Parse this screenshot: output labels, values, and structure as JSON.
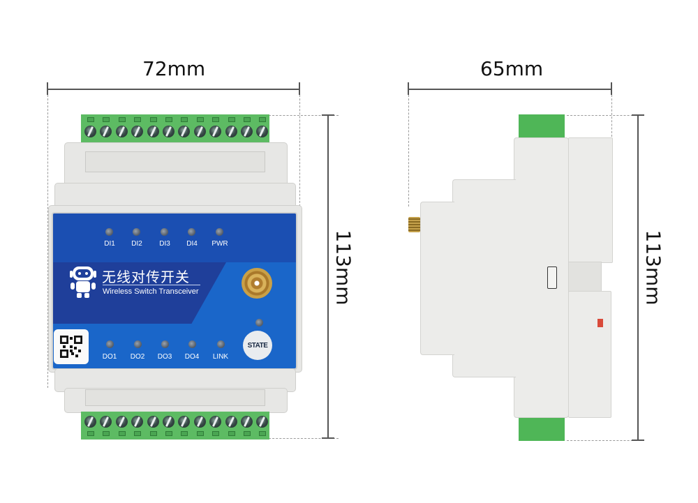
{
  "dimensions": {
    "front_width": "72mm",
    "front_height": "113mm",
    "side_width": "65mm",
    "side_height": "113mm"
  },
  "front_panel": {
    "title_cn": "无线对传开关",
    "title_en": "Wireless Switch Transceiver",
    "input_leds": [
      {
        "label": "DI1"
      },
      {
        "label": "DI2"
      },
      {
        "label": "DI3"
      },
      {
        "label": "DI4"
      },
      {
        "label": "PWR"
      }
    ],
    "output_leds": [
      {
        "label": "DO1"
      },
      {
        "label": "DO2"
      },
      {
        "label": "DO3"
      },
      {
        "label": "DO4"
      },
      {
        "label": "LINK"
      }
    ],
    "state_button": "STATE",
    "icons": [
      "robot-logo-icon",
      "qr-code-icon",
      "antenna-connector-icon"
    ]
  },
  "terminals": {
    "top_count": 12,
    "bottom_count": 12
  },
  "colors": {
    "panel_blue": "#1a66c9",
    "panel_dark_blue": "#1f3f9a",
    "terminal_green": "#5dbb63",
    "case_grey": "#e7e7e5",
    "dimension_line": "#555555"
  }
}
